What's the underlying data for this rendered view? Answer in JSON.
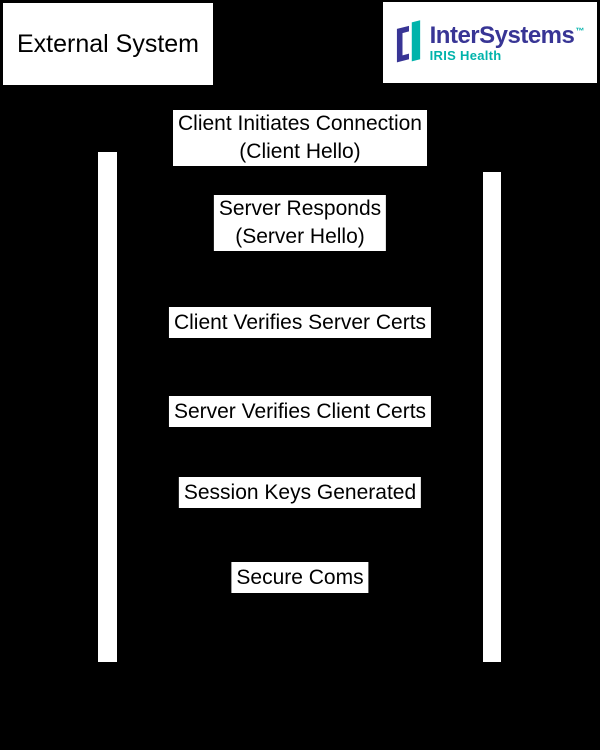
{
  "actors": {
    "left": {
      "label": "External System"
    },
    "right": {
      "brand": "InterSystems",
      "trademark": "™",
      "product": "IRIS Health"
    }
  },
  "messages": [
    {
      "lines": [
        "Client Initiates Connection",
        "(Client Hello)"
      ]
    },
    {
      "lines": [
        "Server Responds",
        "(Server Hello)"
      ]
    },
    {
      "lines": [
        "Client Verifies Server Certs"
      ]
    },
    {
      "lines": [
        "Server Verifies Client Certs"
      ]
    },
    {
      "lines": [
        "Session Keys Generated"
      ]
    },
    {
      "lines": [
        "Secure Coms"
      ]
    }
  ],
  "colors": {
    "background": "#000000",
    "box_fill": "#ffffff",
    "box_text": "#000000",
    "brand_purple": "#383595",
    "brand_teal": "#00b3ab"
  }
}
